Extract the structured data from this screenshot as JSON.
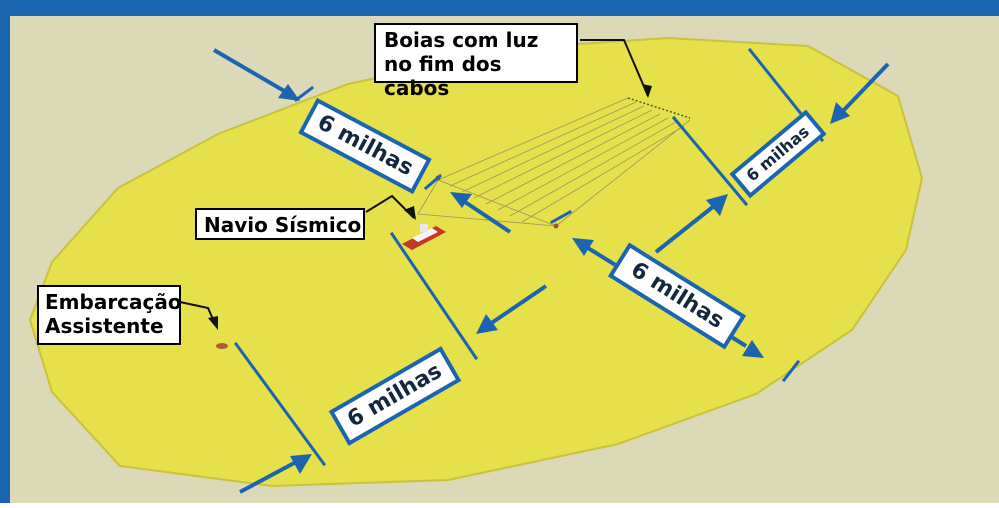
{
  "colors": {
    "frame": "#1b64b0",
    "sea": "#dcd9b8",
    "zone": "#e6e04a",
    "zone_edge": "#c9c23a",
    "arrow": "#1b64b0",
    "ship_hull": "#c0392b"
  },
  "labels": {
    "buoys": [
      "Boias com luz",
      "no fim dos cabos"
    ],
    "seismic_vessel": "Navio Sísmico",
    "support_vessel": [
      "Embarcação",
      "Assistente"
    ]
  },
  "distances": {
    "top_left": "6 milhas",
    "top_right": "6 milhas",
    "middle_right": "6 milhas",
    "bottom": "6 milhas"
  }
}
